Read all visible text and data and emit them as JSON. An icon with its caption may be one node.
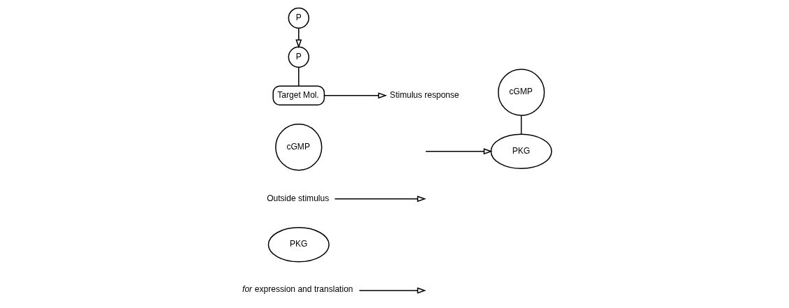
{
  "diagram": {
    "nodes": [
      {
        "text": [
          "*for* expression and translation"
        ]
      },
      {
        "text": [
          "PKG"
        ]
      },
      {
        "text": [
          "Outside stimulus"
        ]
      },
      {
        "text": [
          "cGMP"
        ]
      },
      {
        "text": [
          "PKG"
        ]
      },
      {
        "text": [
          "cGMP"
        ]
      },
      {
        "text": [
          "P"
        ]
      },
      {
        "text": [
          "P"
        ]
      },
      {
        "text": [
          "Target Mol."
        ]
      },
      {
        "text": [
          "Stimulus response"
        ]
      }
    ],
    "edges": [
      {
        "from": 0,
        "to": null,
        "arrow": "to"
      },
      {
        "from": 2,
        "to": null,
        "arrow": "to"
      },
      {
        "from": null,
        "to": 4,
        "arrow": "to"
      },
      {
        "from": 5,
        "to": 4,
        "arrow": "none"
      },
      {
        "from": 6,
        "to": 7,
        "arrow": "to"
      },
      {
        "from": 7,
        "to": 8,
        "arrow": "none"
      },
      {
        "from": 8,
        "to": 9,
        "arrow": "to"
      }
    ]
  }
}
